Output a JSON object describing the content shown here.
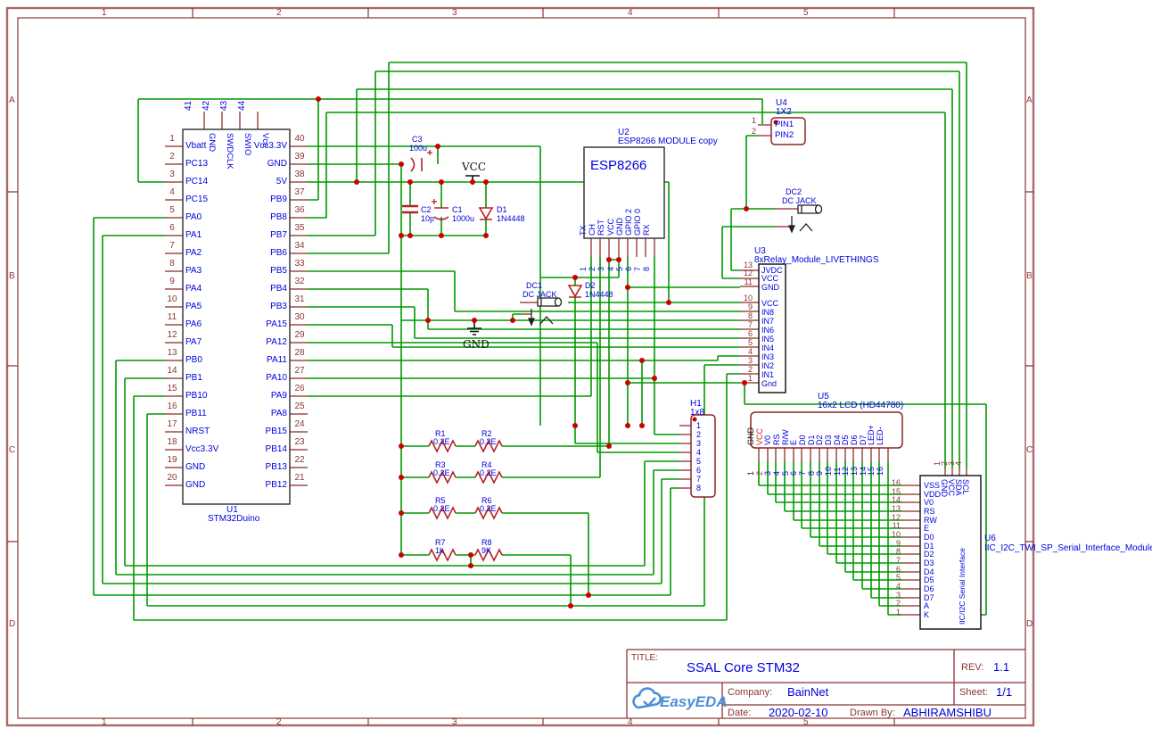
{
  "frame": {
    "columns": [
      "1",
      "2",
      "3",
      "4",
      "5"
    ],
    "rows": [
      "A",
      "B",
      "C",
      "D"
    ]
  },
  "title_block": {
    "title_label": "TITLE:",
    "title": "SSAL Core STM32",
    "rev_label": "REV:",
    "rev": "1.1",
    "company_label": "Company:",
    "company": "BainNet",
    "sheet_label": "Sheet:",
    "sheet": "1/1",
    "date_label": "Date:",
    "date": "2020-02-10",
    "drawn_label": "Drawn By:",
    "drawn_by": "ABHIRAMSHIBU",
    "logo_text": "EasyEDA"
  },
  "power": {
    "vcc": "VCC",
    "gnd": "GND"
  },
  "u1": {
    "ref": "U1",
    "value": "STM32Duino",
    "left_nums": [
      "1",
      "2",
      "3",
      "4",
      "5",
      "6",
      "7",
      "8",
      "9",
      "10",
      "11",
      "12",
      "13",
      "14",
      "15",
      "16",
      "17",
      "18",
      "19",
      "20"
    ],
    "left_labels": [
      "Vbatt",
      "PC13",
      "PC14",
      "PC15",
      "PA0",
      "PA1",
      "PA2",
      "PA3",
      "PA4",
      "PA5",
      "PA6",
      "PA7",
      "PB0",
      "PB1",
      "PB10",
      "PB11",
      "NRST",
      "Vcc3.3V",
      "GND",
      "GND"
    ],
    "right_nums": [
      "40",
      "39",
      "38",
      "37",
      "36",
      "35",
      "34",
      "33",
      "32",
      "31",
      "30",
      "29",
      "28",
      "27",
      "26",
      "25",
      "24",
      "23",
      "22",
      "21"
    ],
    "right_labels": [
      "Vcc3.3V",
      "GND",
      "5V",
      "PB9",
      "PB8",
      "PB7",
      "PB6",
      "PB5",
      "PB4",
      "PB3",
      "PA15",
      "PA12",
      "PA11",
      "PA10",
      "PA9",
      "PA8",
      "PB15",
      "PB14",
      "PB13",
      "PB12"
    ],
    "top_nums": [
      "41",
      "42",
      "43",
      "44"
    ],
    "top_labels": [
      "GND",
      "SWDCLK",
      "SWIO",
      "Vcc"
    ]
  },
  "u2": {
    "ref": "U2",
    "value": "ESP8266 MODULE copy",
    "big_label": "ESP8266",
    "pin_nums": [
      "1",
      "2",
      "3",
      "4",
      "5",
      "6",
      "7",
      "8"
    ],
    "pin_labels": [
      "TX",
      "CH",
      "RST",
      "VCC",
      "GND",
      "GPIO 2",
      "GPIO 0",
      "RX"
    ]
  },
  "u3": {
    "ref": "U3",
    "value": "8xRelay_Module_LIVETHINGS",
    "top_nums": [
      "13",
      "12",
      "11"
    ],
    "top_labels": [
      "JVDC",
      "VCC",
      "GND"
    ],
    "main_nums": [
      "10",
      "9",
      "8",
      "7",
      "6",
      "5",
      "4",
      "3",
      "2",
      "1"
    ],
    "main_labels": [
      "VCC",
      "IN8",
      "IN7",
      "IN6",
      "IN5",
      "IN4",
      "IN3",
      "IN2",
      "IN1",
      "Gnd"
    ]
  },
  "u4": {
    "ref": "U4",
    "value": "1X2",
    "pin_nums": [
      "1",
      "2"
    ],
    "pin_labels": [
      "PIN1",
      "PIN2"
    ]
  },
  "u5": {
    "ref": "U5",
    "value": "16x2 LCD (HD44780)",
    "pin_nums": [
      "1",
      "2",
      "3",
      "4",
      "5",
      "6",
      "7",
      "8",
      "9",
      "10",
      "11",
      "12",
      "13",
      "14",
      "15",
      "16"
    ],
    "pin_labels": [
      "GND",
      "VCC",
      "V0",
      "RS",
      "R/W",
      "E",
      "D0",
      "D1",
      "D2",
      "D3",
      "D4",
      "D5",
      "D6",
      "D7",
      "LED+",
      "LED-"
    ]
  },
  "u6": {
    "ref": "U6",
    "value": "IIC_I2C_TWI_SP_Serial_Interface_Module",
    "inner_label": "IIC/I2C Serial Interface",
    "left_nums": [
      "16",
      "15",
      "14",
      "13",
      "12",
      "11",
      "10",
      "9",
      "8",
      "7",
      "6",
      "5",
      "4",
      "3",
      "2",
      "1"
    ],
    "left_labels": [
      "VSS",
      "VDD",
      "V0",
      "RS",
      "RW",
      "E",
      "D0",
      "D1",
      "D2",
      "D3",
      "D4",
      "D5",
      "D6",
      "D7",
      "A",
      "K"
    ],
    "top_nums": [
      "1",
      "2",
      "3",
      "4"
    ],
    "top_labels": [
      "GND",
      "VCC",
      "SDA",
      "SCL"
    ]
  },
  "h1": {
    "ref": "H1",
    "value": "1x8",
    "pin_nums": [
      "1",
      "2",
      "3",
      "4",
      "5",
      "6",
      "7",
      "8"
    ]
  },
  "parts": {
    "c1": {
      "ref": "C1",
      "val": "1000u"
    },
    "c2": {
      "ref": "C2",
      "val": "10p"
    },
    "c3": {
      "ref": "C3",
      "val": "100u"
    },
    "d1": {
      "ref": "D1",
      "val": "1N4448"
    },
    "d2": {
      "ref": "D2",
      "val": "1N4448"
    },
    "r1": {
      "ref": "R1",
      "val": "0.2E"
    },
    "r2": {
      "ref": "R2",
      "val": "0.2E"
    },
    "r3": {
      "ref": "R3",
      "val": "0.2E"
    },
    "r4": {
      "ref": "R4",
      "val": "0.2E"
    },
    "r5": {
      "ref": "R5",
      "val": "0.2E"
    },
    "r6": {
      "ref": "R6",
      "val": "0.2E"
    },
    "r7": {
      "ref": "R7",
      "val": "1k"
    },
    "r8": {
      "ref": "R8",
      "val": "9K"
    },
    "dc1": {
      "ref": "DC1",
      "val": "DC JACK"
    },
    "dc2": {
      "ref": "DC2",
      "val": "DC JACK"
    }
  },
  "colors": {
    "wire": "#009900",
    "junction": "#cc0000",
    "component": "#b42222",
    "pin": "#b87777",
    "label_blue": "#0000dd",
    "frame": "#8b3535",
    "chip_border": "#3a3a3a"
  }
}
